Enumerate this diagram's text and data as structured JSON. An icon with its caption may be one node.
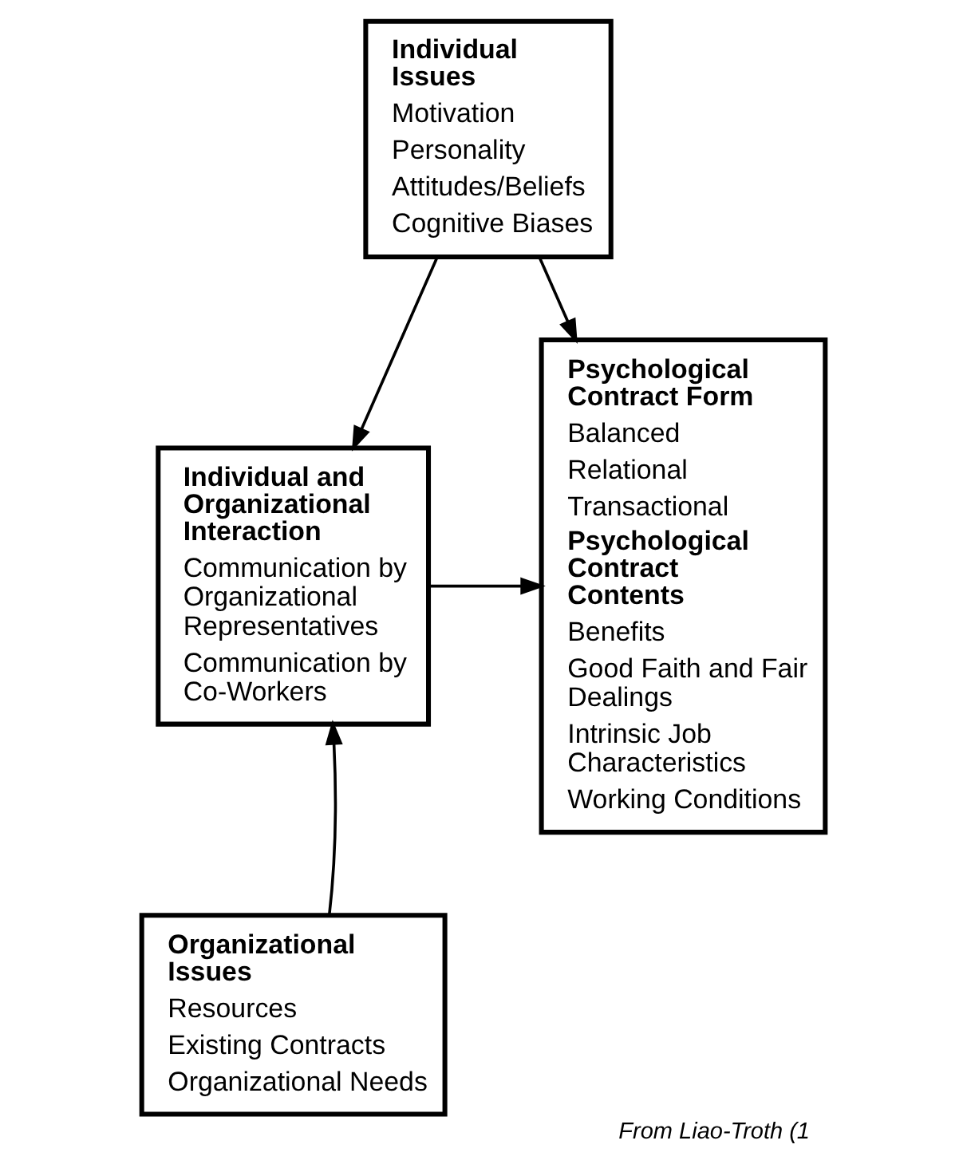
{
  "diagram": {
    "caption": "From Liao-Troth (1",
    "nodes": [
      {
        "text": [
          "Individual Issues",
          "Motivation",
          "Personality",
          "Attitudes/Beliefs",
          "Cognitive Biases"
        ]
      },
      {
        "text": [
          "Individual and Organizational Interaction",
          "Communication by Organizational Representatives",
          "Communication by Co-Workers"
        ]
      },
      {
        "text": [
          "Psychological Contract Form",
          "Balanced",
          "Relational",
          "Transactional",
          "Psychological Contract Contents",
          "Benefits",
          "Good Faith and Fair Dealings",
          "Intrinsic Job Characteristics",
          "Working Conditions"
        ]
      },
      {
        "text": [
          "Organizational Issues",
          "Resources",
          "Existing Contracts",
          "Organizational Needs"
        ]
      }
    ],
    "edges": [
      {
        "from": 0,
        "to": 1,
        "arrow": "to"
      },
      {
        "from": 0,
        "to": 2,
        "arrow": "to"
      },
      {
        "from": 1,
        "to": 2,
        "arrow": "to"
      },
      {
        "from": 3,
        "to": 1,
        "arrow": "to"
      }
    ]
  }
}
